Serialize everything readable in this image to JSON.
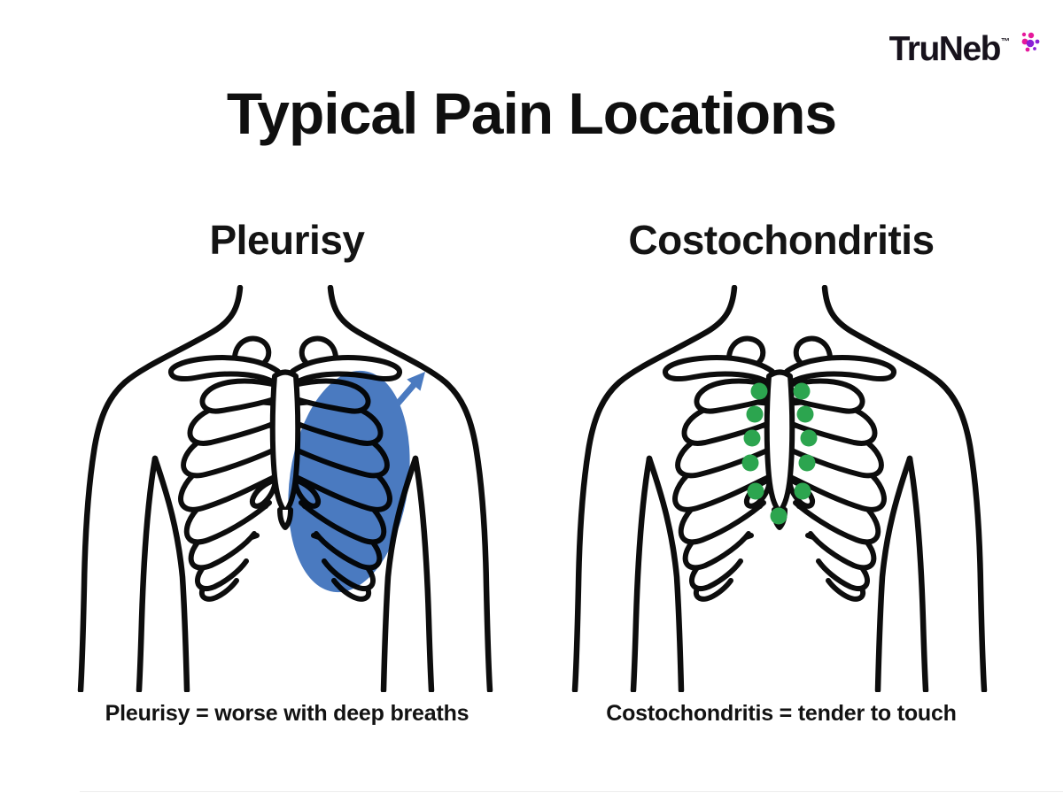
{
  "brand": {
    "name": "TruNeb",
    "trademark": "™"
  },
  "title": "Typical Pain Locations",
  "panels": [
    {
      "id": "pleurisy",
      "heading": "Pleurisy",
      "caption": "Pleurisy = worse with deep breaths",
      "highlight": "blue shaded region over left ribcage with arrow radiating toward shoulder"
    },
    {
      "id": "costochondritis",
      "heading": "Costochondritis",
      "caption": "Costochondritis = tender to touch",
      "tender_point_count": 11
    }
  ],
  "colors": {
    "pain-blue": "#4a7ac0",
    "tender-green": "#2ca54f",
    "ink": "#0d0d0d",
    "logo-pink": "#e6189b",
    "logo-purple": "#8a1fd6",
    "paper": "#ffffff"
  }
}
